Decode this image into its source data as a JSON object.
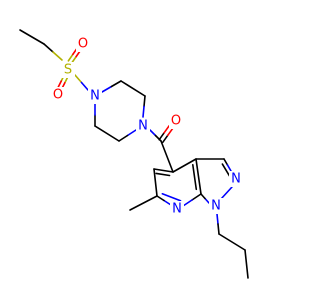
{
  "diagram": {
    "type": "chemical-structure",
    "colors": {
      "bond": "#000000",
      "oxygen": "#ff0000",
      "nitrogen": "#0000ff",
      "sulfur": "#b2b200",
      "background": "#ffffff"
    },
    "atom_labels": {
      "sulfonyl_o_top": "O",
      "sulfonyl_o_bottom": "O",
      "sulfur": "S",
      "piperazine_n_sulfonyl": "N",
      "piperazine_n_acyl": "N",
      "carbonyl_o": "O",
      "pyrazole_n2": "N",
      "pyrazole_n1": "N",
      "pyridine_n": "N"
    }
  }
}
